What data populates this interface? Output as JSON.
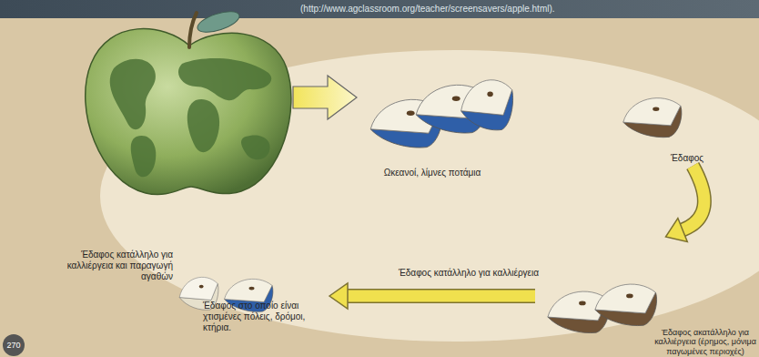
{
  "diagram": {
    "nodes": [
      {
        "text": [
          "Ωκεανοί, λίμνες ποτάμια"
        ]
      },
      {
        "text": [
          "Έδαφος"
        ]
      },
      {
        "text": [
          "Έδαφος ακατάλληλο για καλλιέργεια (έρημος, μόνιμα παγωμένες περιοχές)"
        ]
      },
      {
        "text": [
          "Έδαφος κατάλληλο για καλλιέργεια και παραγωγή αγαθών",
          "Έδαφος στο οποίο είναι χτισμένες πόλεις, δρόμοι, κτήρια."
        ]
      }
    ],
    "edges": [
      {
        "from": 1,
        "to": 2,
        "arrow": "to"
      },
      {
        "from": 2,
        "to": 3,
        "label": "Έδαφος κατάλληλο για καλλιέργεια",
        "arrow": "to"
      }
    ],
    "labels": [
      "(http://www.agclassroom.org/teacher/screensavers/apple.html).",
      "270"
    ]
  }
}
